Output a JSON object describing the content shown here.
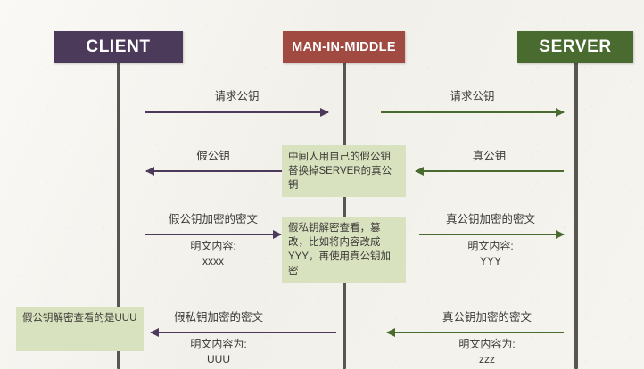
{
  "colors": {
    "background": "#f4f2ee",
    "client": "#4b3a5a",
    "man_in_middle": "#a04a42",
    "server": "#4a6b2f",
    "note_bg": "#d9e2be",
    "lifeline": "#5a5550",
    "text": "#3c3a38"
  },
  "actors": [
    {
      "id": "client",
      "label": "CLIENT"
    },
    {
      "id": "man-in-middle",
      "label": "MAN-IN-MIDDLE"
    },
    {
      "id": "server",
      "label": "SERVER"
    }
  ],
  "messages": [
    {
      "id": "req-key-client-mim",
      "label": "请求公钥",
      "direction": "right",
      "from": "client",
      "to": "man-in-middle",
      "color": "#4b3a5a"
    },
    {
      "id": "req-key-mim-server",
      "label": "请求公钥",
      "direction": "right",
      "from": "man-in-middle",
      "to": "server",
      "color": "#4a6b2f"
    },
    {
      "id": "fake-key-mim-client",
      "label": "假公钥",
      "direction": "left",
      "from": "man-in-middle",
      "to": "client",
      "color": "#4b3a5a"
    },
    {
      "id": "real-key-server-mim",
      "label": "真公钥",
      "direction": "left",
      "from": "server",
      "to": "man-in-middle",
      "color": "#4a6b2f"
    },
    {
      "id": "cipher-fake-client-mim",
      "label": "假公钥加密的密文",
      "sub_label": "明文内容:",
      "payload": "xxxx",
      "direction": "right",
      "from": "client",
      "to": "man-in-middle",
      "color": "#4b3a5a"
    },
    {
      "id": "cipher-real-mim-server",
      "label": "真公钥加密的密文",
      "sub_label": "明文内容:",
      "payload": "YYY",
      "direction": "right",
      "from": "man-in-middle",
      "to": "server",
      "color": "#4a6b2f"
    },
    {
      "id": "cipher-fakepriv-mim-client",
      "label": "假私钥加密的密文",
      "sub_label": "明文内容为:",
      "payload": "UUU",
      "direction": "left",
      "from": "man-in-middle",
      "to": "client",
      "color": "#4b3a5a"
    },
    {
      "id": "cipher-realpub-server-mim",
      "label": "真公钥加密的密文",
      "sub_label": "明文内容为:",
      "payload": "zzz",
      "direction": "left",
      "from": "server",
      "to": "man-in-middle",
      "color": "#4a6b2f"
    }
  ],
  "notes": [
    {
      "id": "note-swap-key",
      "text": "中间人用自己的假公钥替换掉SERVER的真公钥",
      "actor": "man-in-middle"
    },
    {
      "id": "note-tamper",
      "text": "假私钥解密查看，篡改，比如将内容改成YYY，再使用真公钥加密",
      "actor": "man-in-middle"
    },
    {
      "id": "note-client-decrypt",
      "text": "假公钥解密查看的是UUU",
      "actor": "client"
    }
  ]
}
